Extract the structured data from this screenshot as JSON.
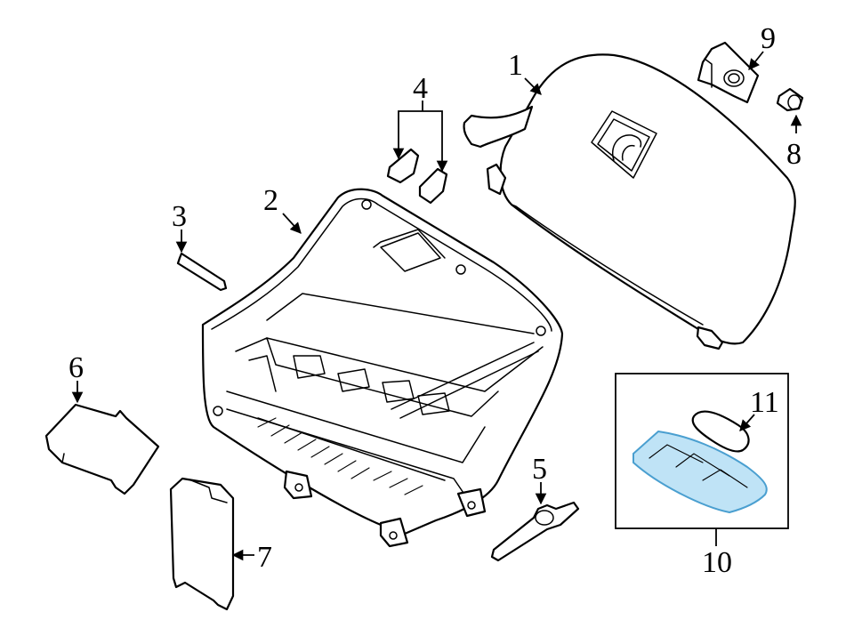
{
  "callouts": {
    "c1": "1",
    "c2": "2",
    "c3": "3",
    "c4": "4",
    "c5": "5",
    "c6": "6",
    "c7": "7",
    "c8": "8",
    "c9": "9",
    "c10": "10",
    "c11": "11"
  },
  "colors": {
    "line": "#000000",
    "background": "#ffffff",
    "highlight_fill": "#bfe3f6",
    "highlight_stroke": "#4a9fd0"
  }
}
